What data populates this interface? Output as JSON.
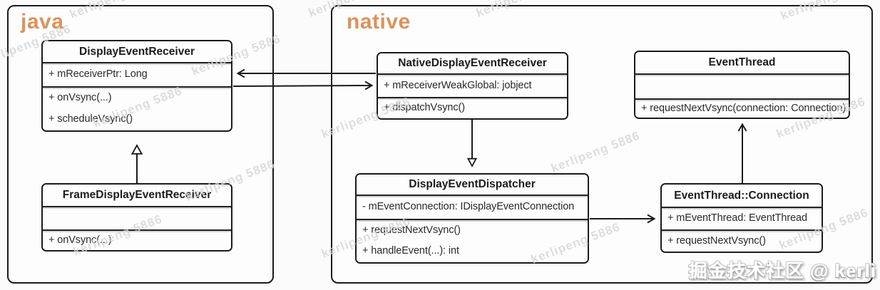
{
  "packages": [
    {
      "label": "java"
    },
    {
      "label": "native"
    }
  ],
  "classes": {
    "display_event_receiver": {
      "title": "DisplayEventReceiver",
      "fields": [
        "+ mReceiverPtr: Long"
      ],
      "methods": [
        "+ onVsync(...)",
        "+ scheduleVsync()"
      ]
    },
    "frame_display_event_receiver": {
      "title": "FrameDisplayEventReceiver",
      "fields": [],
      "methods": [
        "+ onVsync(...)"
      ]
    },
    "native_display_event_receiver": {
      "title": "NativeDisplayEventReceiver",
      "fields": [
        "+ mReceiverWeakGlobal: jobject"
      ],
      "methods": [
        "+ dispatchVsync()"
      ]
    },
    "event_thread": {
      "title": "EventThread",
      "fields": [],
      "methods": [
        "+ requestNextVsync(connection: Connection)"
      ]
    },
    "display_event_dispatcher": {
      "title": "DisplayEventDispatcher",
      "fields": [
        "- mEventConnection: IDisplayEventConnection"
      ],
      "methods": [
        "+ requestNextVsync()",
        "+ handleEvent(...): int"
      ]
    },
    "event_thread_connection": {
      "title": "EventThread::Connection",
      "fields": [
        "+ mEventThread: EventThread"
      ],
      "methods": [
        "+ requestNextVsync()"
      ]
    }
  },
  "edges": [
    {
      "from": "NativeDisplayEventReceiver",
      "to": "DisplayEventReceiver",
      "type": "arrow"
    },
    {
      "from": "DisplayEventReceiver",
      "to": "NativeDisplayEventReceiver",
      "type": "arrow"
    },
    {
      "from": "NativeDisplayEventReceiver",
      "to": "DisplayEventDispatcher",
      "type": "open-triangle-arrow"
    },
    {
      "from": "DisplayEventDispatcher",
      "to": "EventThread::Connection",
      "type": "arrow"
    },
    {
      "from": "EventThread::Connection",
      "to": "EventThread",
      "type": "arrow"
    },
    {
      "from": "FrameDisplayEventReceiver",
      "to": "DisplayEventReceiver",
      "type": "generalization"
    }
  ],
  "watermark": {
    "text": "kerlipeng 5886"
  },
  "credit": {
    "text": "掘金技术社区 @ kerli"
  },
  "colors": {
    "accent_orange": "#d9935c",
    "box_header_bg": "#ececec",
    "border": "#1b1b1b",
    "watermark_gray": "#d6d6d6"
  }
}
